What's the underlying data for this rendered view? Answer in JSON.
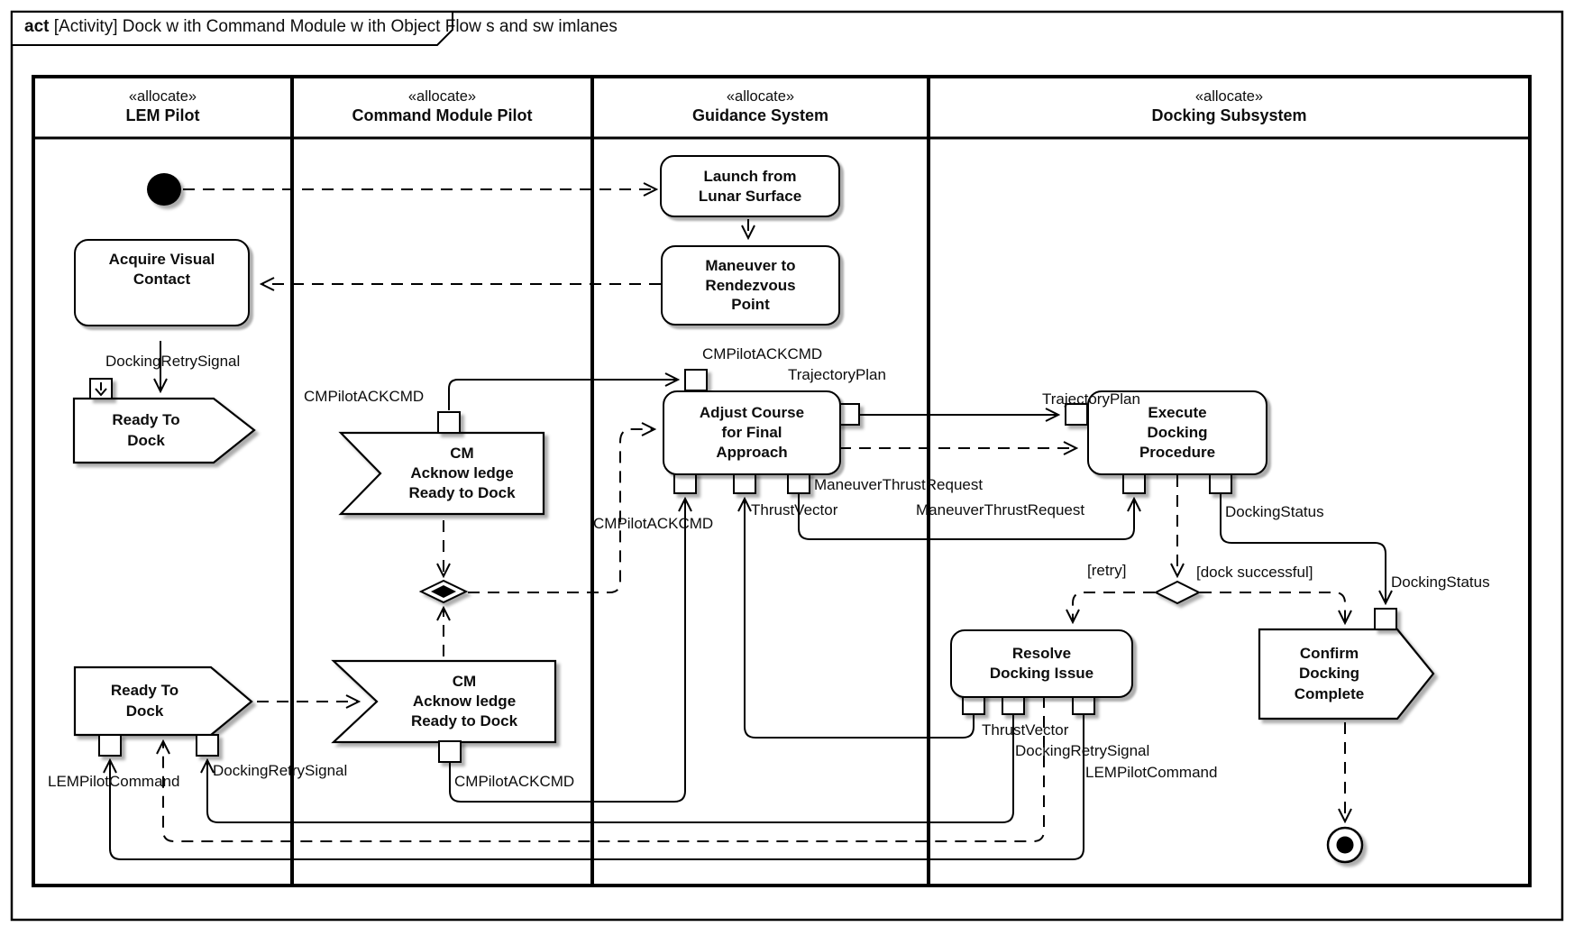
{
  "title": {
    "keyword": "act",
    "text": " [Activity] Dock w ith Command Module w ith Object Flow s and sw imlanes"
  },
  "swimlanes": [
    {
      "stereotype": "«allocate»",
      "name": "LEM Pilot"
    },
    {
      "stereotype": "«allocate»",
      "name": "Command Module Pilot"
    },
    {
      "stereotype": "«allocate»",
      "name": "Guidance System"
    },
    {
      "stereotype": "«allocate»",
      "name": "Docking Subsystem"
    }
  ],
  "nodes": {
    "launch": {
      "label": "Launch from\nLunar Surface"
    },
    "maneuver": {
      "label": "Maneuver to\nRendezvous\nPoint"
    },
    "acquire": {
      "label": "Acquire Visual\nContact"
    },
    "adjust": {
      "label": "Adjust Course\nfor Final\nApproach"
    },
    "execute": {
      "label": "Execute\nDocking\nProcedure"
    },
    "resolve": {
      "label": "Resolve\nDocking Issue"
    },
    "ready_top": {
      "label": "Ready To\nDock"
    },
    "cm_ack_top": {
      "label": "CM\nAcknow ledge\nReady to Dock"
    },
    "ready_bottom": {
      "label": "Ready To\nDock"
    },
    "cm_ack_bottom": {
      "label": "CM\nAcknow ledge\nReady to Dock"
    },
    "confirm": {
      "label": "Confirm\nDocking\nComplete"
    }
  },
  "guards": {
    "retry": "[retry]",
    "dock_successful": "[dock successful]"
  },
  "flow_labels": {
    "docking_retry_top": "DockingRetrySignal",
    "cmpilot_cm_lane": "CMPilotACKCMD",
    "cmpilot_adjust_top": "CMPilotACKCMD",
    "trajectory_adjust": "TrajectoryPlan",
    "trajectory_mid": "TrajectoryPlan",
    "maneuver_request_1": "ManeuverThrustRequest",
    "maneuver_request_2": "ManeuverThrustRequest",
    "thrust_vector_top": "ThrustVector",
    "cmpilot_adjust_bottom": "CMPilotACKCMD",
    "docking_status_1": "DockingStatus",
    "docking_status_2": "DockingStatus",
    "thrust_vector_bottom": "ThrustVector",
    "docking_retry_mid": "DockingRetrySignal",
    "lem_pilot_cmd_right": "LEMPilotCommand",
    "lem_pilot_cmd_left": "LEMPilotCommand",
    "docking_retry_bottom": "DockingRetrySignal",
    "cmpilot_bottom": "CMPilotACKCMD"
  },
  "colors": {
    "line": "#000000",
    "background": "#ffffff",
    "shadow": "#a6a6a6"
  }
}
